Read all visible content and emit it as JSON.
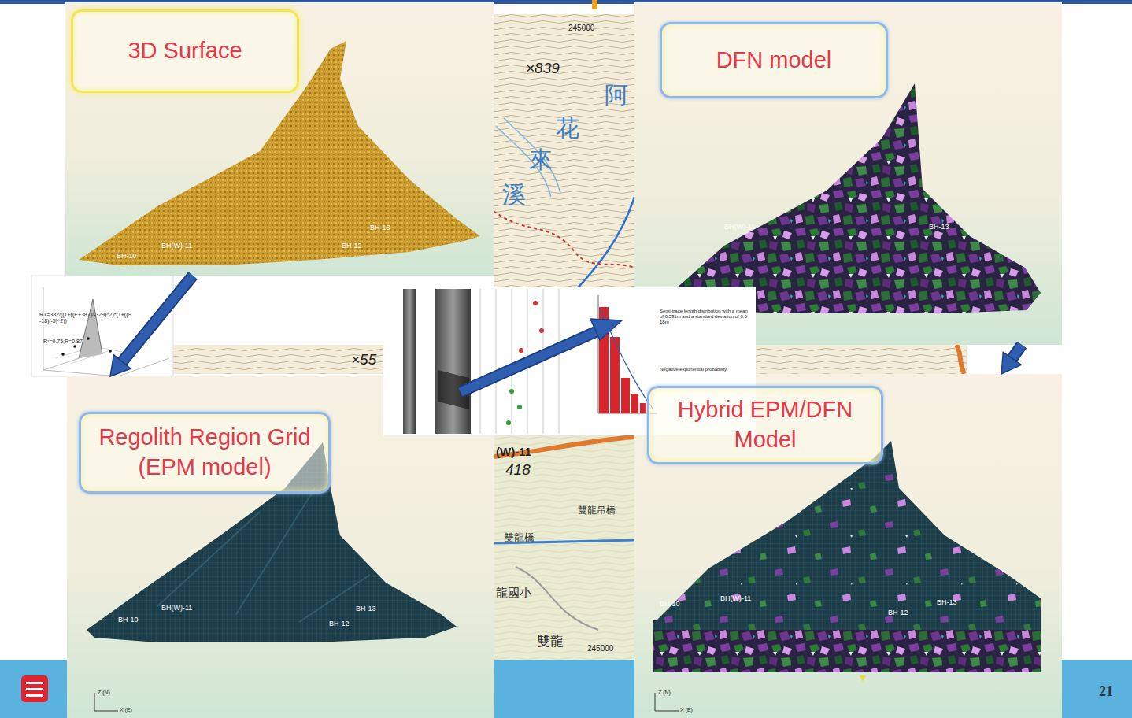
{
  "diagram": {
    "nodes": [
      {
        "text": [
          "3D Surface",
          "BH-10",
          "BH(W)-11",
          "BH-12",
          "BH-13"
        ]
      },
      {
        "text": [
          "DFN model",
          "BH(W)-11",
          "BH-13"
        ]
      },
      {
        "text": [
          "Regolith Region Grid (EPM model)",
          "BH-10",
          "BH(W)-11",
          "BH-12",
          "BH-13"
        ]
      },
      {
        "text": [
          "Hybrid EPM/DFN Model",
          "BH-10",
          "BH(W)-11",
          "BH-12",
          "BH-13"
        ]
      }
    ],
    "edges": [
      {
        "from": 0,
        "to": 2,
        "arrow": "to"
      },
      {
        "from": 1,
        "to": 3,
        "arrow": "to"
      }
    ],
    "labels": [
      "245000",
      "×839",
      "阿",
      "花",
      "來",
      "溪",
      "×55",
      "(W)-11",
      "418",
      "雙龍吊橋",
      "雙龍橋",
      "龍國小",
      "雙龍",
      "245000",
      "RT=382/((1+((E+387)/-329)^2)*(1+((S-18)/-5)^2))",
      "R²=0.75;R=0.87",
      "Semi-trace length distribution with a mean of 0.531m and a standard deviation of 0.618m",
      "Negative exponential probability",
      "Z (N)",
      "X (E)",
      "Z (N)",
      "X (E)",
      "21"
    ]
  }
}
